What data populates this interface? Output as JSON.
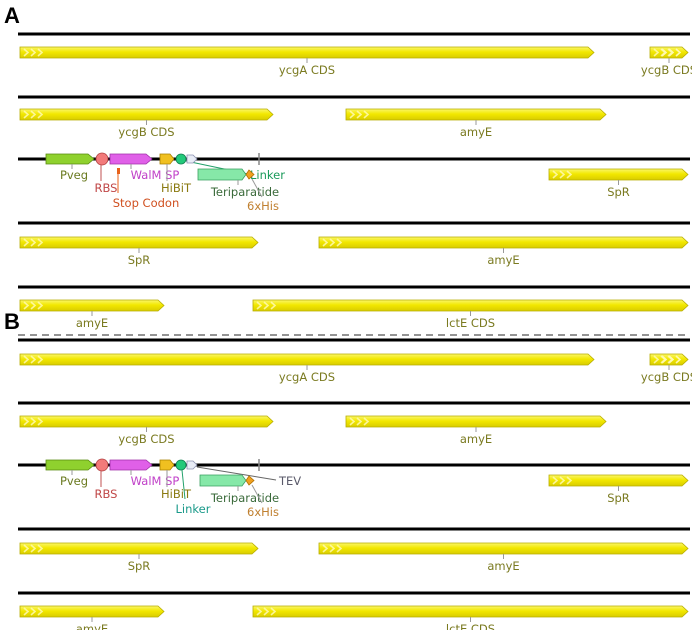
{
  "panels": [
    {
      "letter": "A",
      "rows": [
        {
          "features": [
            {
              "label": "ycgA CDS",
              "kind": "cds"
            },
            {
              "label": "ycgB CDS",
              "kind": "cds"
            }
          ]
        },
        {
          "features": [
            {
              "label": "ycgB CDS",
              "kind": "cds"
            },
            {
              "label": "amyE",
              "kind": "cds"
            }
          ]
        },
        {
          "features": [
            {
              "label": "Pveg",
              "kind": "promoter",
              "color": "#8fd12e"
            },
            {
              "label": "RBS",
              "kind": "rbs",
              "color": "#f27a7a"
            },
            {
              "label": "Stop Codon",
              "kind": "stop",
              "color": "#e8621a"
            },
            {
              "label": "WalM SP",
              "kind": "signal",
              "color": "#e060e8"
            },
            {
              "label": "HiBiT",
              "kind": "tag",
              "color": "#f0c020"
            },
            {
              "label": "Linker",
              "kind": "linker",
              "color": "#22c97a"
            },
            {
              "label": "Teriparatide",
              "kind": "gene",
              "color": "#86e8a8"
            },
            {
              "label": "6xHis",
              "kind": "his",
              "color": "#f0a020"
            },
            {
              "label": "SpR",
              "kind": "cds"
            }
          ]
        },
        {
          "features": [
            {
              "label": "SpR",
              "kind": "cds"
            },
            {
              "label": "amyE",
              "kind": "cds"
            }
          ]
        },
        {
          "features": [
            {
              "label": "amyE",
              "kind": "cds"
            },
            {
              "label": "lctE CDS",
              "kind": "cds"
            }
          ]
        }
      ]
    },
    {
      "letter": "B",
      "rows": [
        {
          "features": [
            {
              "label": "ycgA CDS",
              "kind": "cds"
            },
            {
              "label": "ycgB CDS",
              "kind": "cds"
            }
          ]
        },
        {
          "features": [
            {
              "label": "ycgB CDS",
              "kind": "cds"
            },
            {
              "label": "amyE",
              "kind": "cds"
            }
          ]
        },
        {
          "features": [
            {
              "label": "Pveg",
              "kind": "promoter",
              "color": "#8fd12e"
            },
            {
              "label": "RBS",
              "kind": "rbs",
              "color": "#f27a7a"
            },
            {
              "label": "WalM SP",
              "kind": "signal",
              "color": "#e060e8"
            },
            {
              "label": "HiBiT",
              "kind": "tag",
              "color": "#f0c020"
            },
            {
              "label": "Linker",
              "kind": "linker",
              "color": "#22c97a"
            },
            {
              "label": "TEV",
              "kind": "tev",
              "color": "#cfd6e8"
            },
            {
              "label": "Teriparatide",
              "kind": "gene",
              "color": "#86e8a8"
            },
            {
              "label": "6xHis",
              "kind": "his",
              "color": "#f0a020"
            },
            {
              "label": "SpR",
              "kind": "cds"
            }
          ]
        },
        {
          "features": [
            {
              "label": "SpR",
              "kind": "cds"
            },
            {
              "label": "amyE",
              "kind": "cds"
            }
          ]
        },
        {
          "features": [
            {
              "label": "amyE",
              "kind": "cds"
            },
            {
              "label": "lctE CDS",
              "kind": "cds"
            }
          ]
        }
      ]
    }
  ],
  "colors": {
    "cds_fill": "#f5ec00",
    "cds_edge": "#b8ae00",
    "cds_label": "#7a7a20",
    "backbone": "#000000",
    "separator": "#555555"
  }
}
